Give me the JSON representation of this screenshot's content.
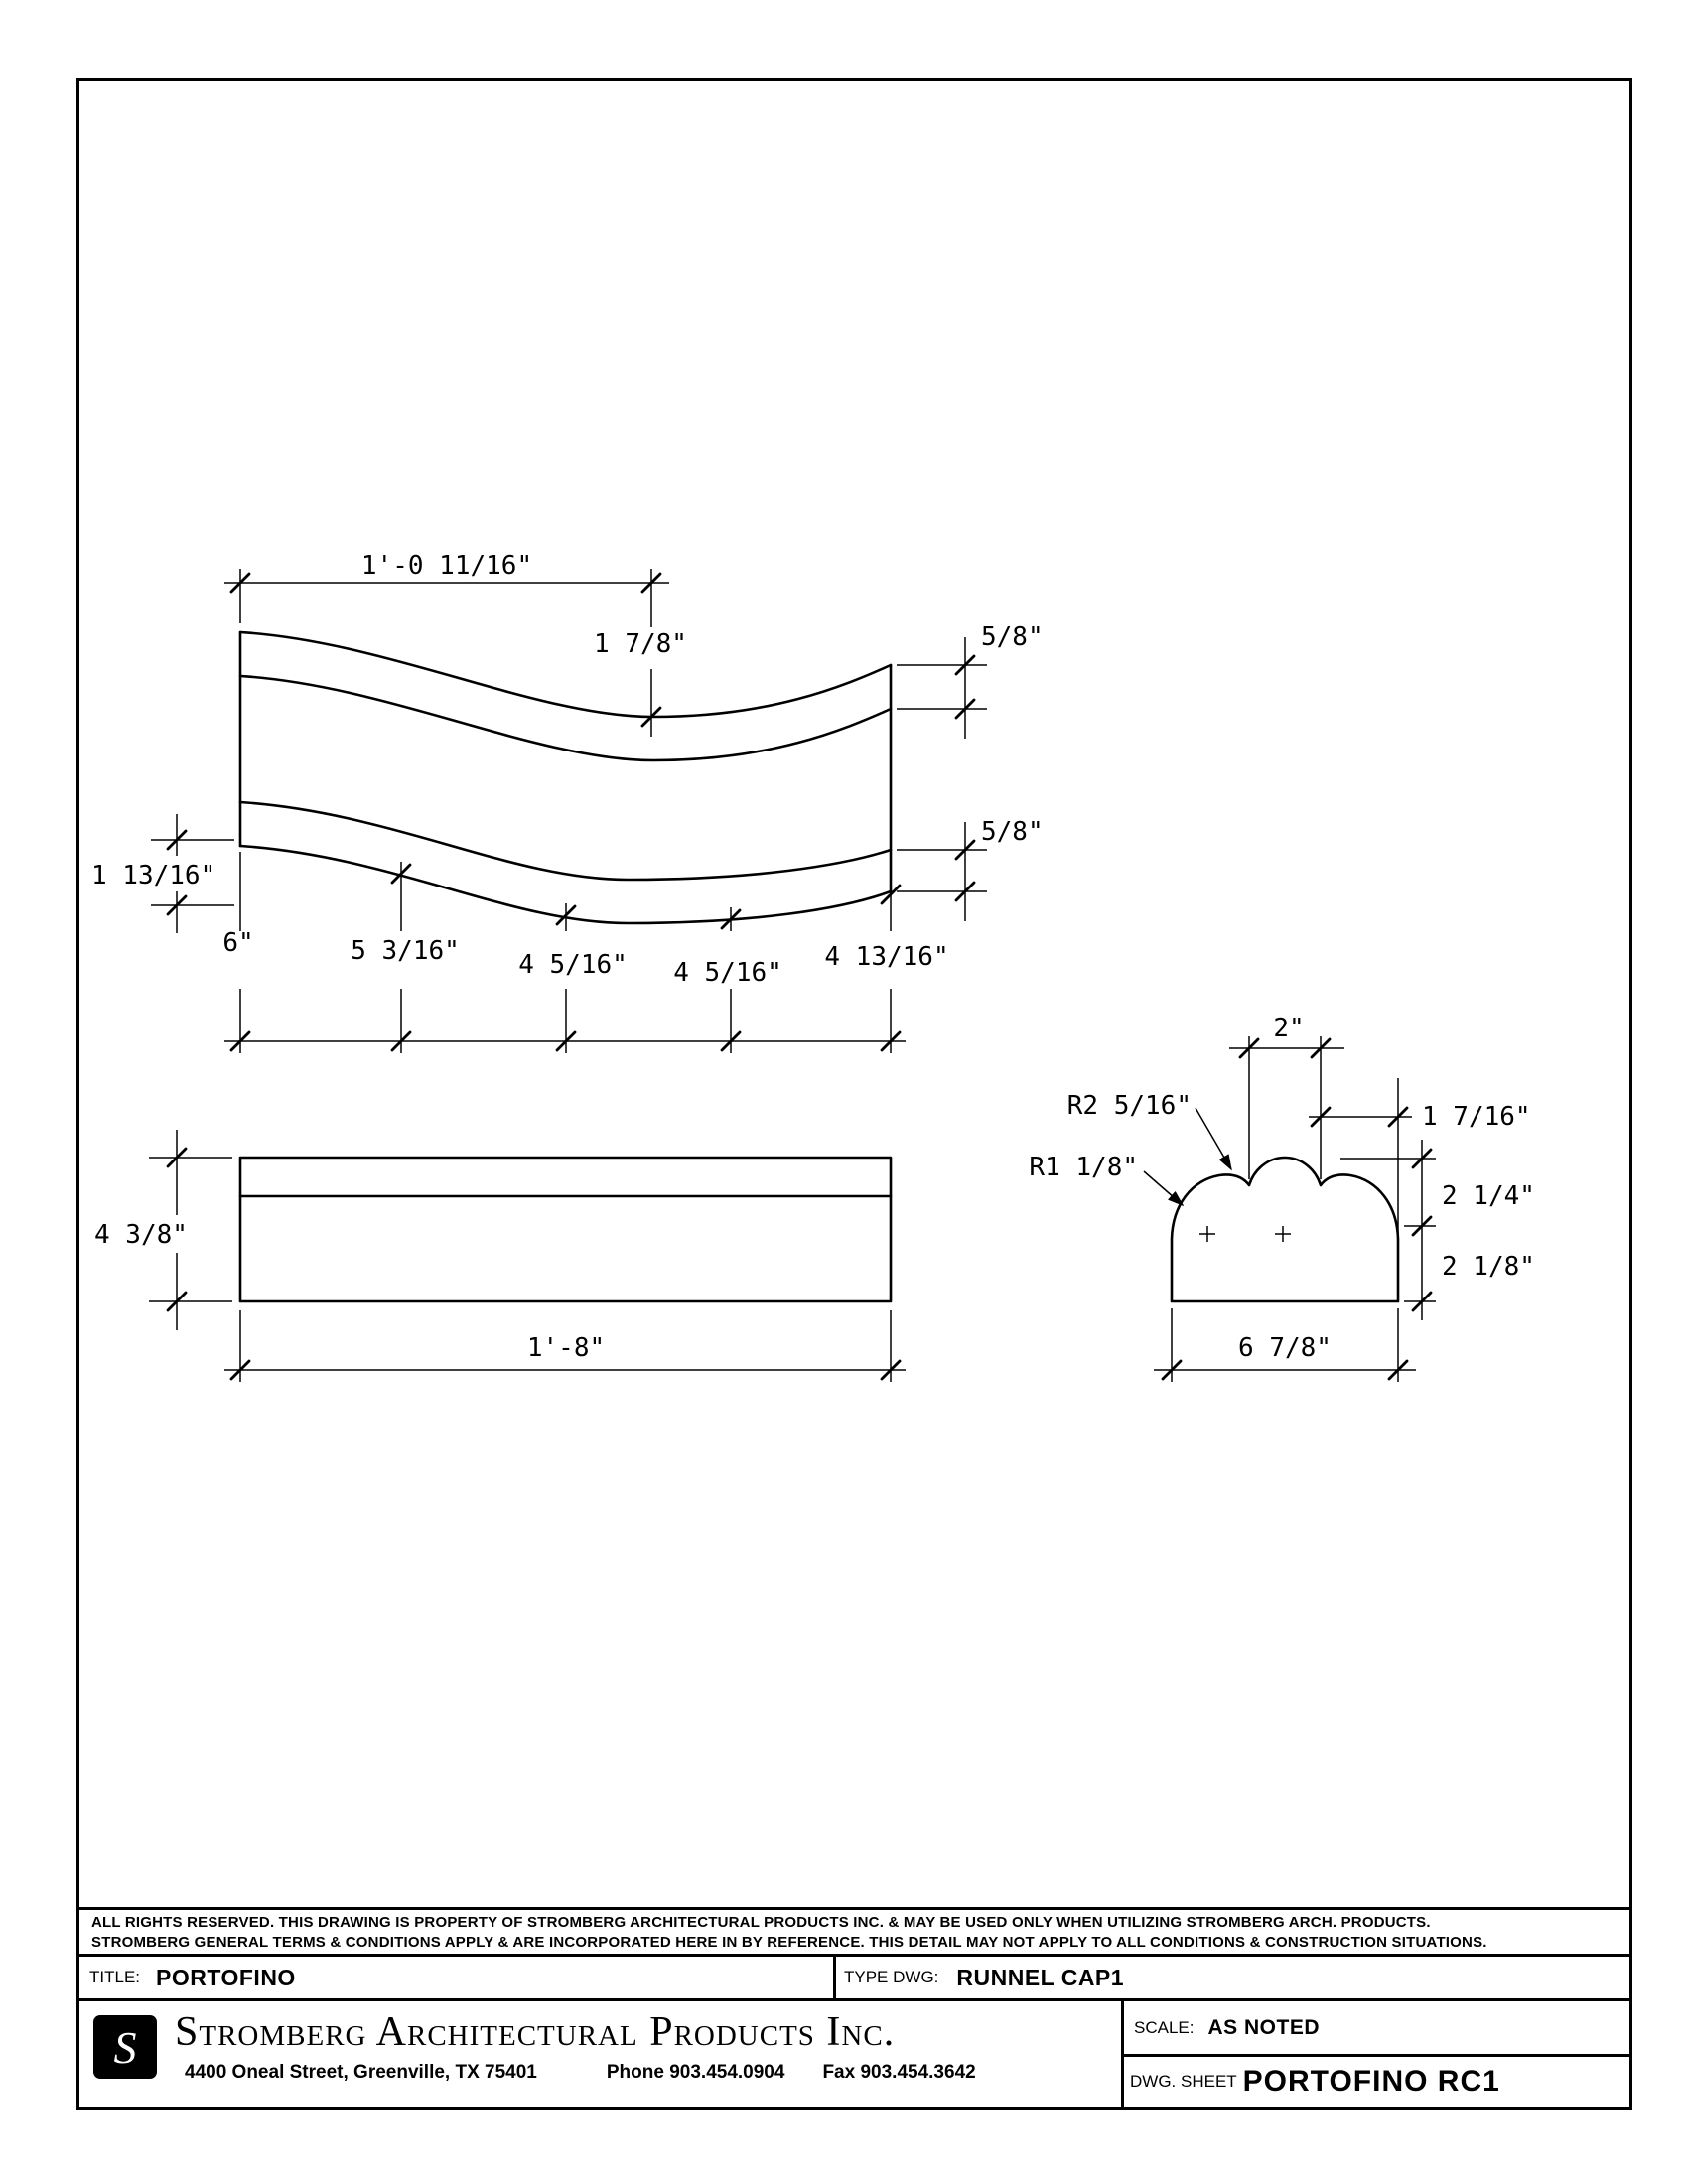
{
  "colors": {
    "ink": "#000000",
    "paper": "#ffffff"
  },
  "views": {
    "elevation": {
      "dims": {
        "top_width": "1'-0 11/16\"",
        "drop": "1 7/8\"",
        "top_thickness": "5/8\"",
        "bottom_thickness": "5/8\"",
        "left_height": "1 13/16\"",
        "seg1": "6\"",
        "seg2": "5 3/16\"",
        "seg3": "4 5/16\"",
        "seg4": "4 5/16\"",
        "seg5": "4 13/16\""
      }
    },
    "plan": {
      "dims": {
        "height": "4 3/8\"",
        "width": "1'-8\""
      }
    },
    "section": {
      "dims": {
        "dome_width": "2\"",
        "radius_r2": "R2 5/16\"",
        "radius_r1": "R1 1/8\"",
        "right_offset": "1 7/16\"",
        "upper_height": "2 1/4\"",
        "lower_height": "2 1/8\"",
        "base_width": "6 7/8\""
      }
    }
  },
  "sheet": {
    "disclaimer_line1": "ALL RIGHTS RESERVED. THIS DRAWING IS PROPERTY OF STROMBERG ARCHITECTURAL PRODUCTS INC. & MAY BE USED ONLY WHEN UTILIZING STROMBERG ARCH. PRODUCTS.",
    "disclaimer_line2": "STROMBERG GENERAL TERMS & CONDITIONS APPLY & ARE INCORPORATED HERE IN BY REFERENCE. THIS DETAIL MAY NOT APPLY TO ALL CONDITIONS & CONSTRUCTION SITUATIONS.",
    "title_label": "TITLE:",
    "title_value": "PORTOFINO",
    "type_dwg_label": "TYPE DWG:",
    "type_dwg_value": "RUNNEL CAP1",
    "logo_glyph": "S",
    "company_name": "Stromberg Architectural Products Inc.",
    "company_address": "4400 Oneal Street, Greenville, TX  75401",
    "company_phone": "Phone 903.454.0904",
    "company_fax": "Fax 903.454.3642",
    "scale_label": "SCALE:",
    "scale_value": "AS NOTED",
    "dwg_sheet_label": "DWG. SHEET",
    "dwg_sheet_value": "PORTOFINO RC1"
  }
}
